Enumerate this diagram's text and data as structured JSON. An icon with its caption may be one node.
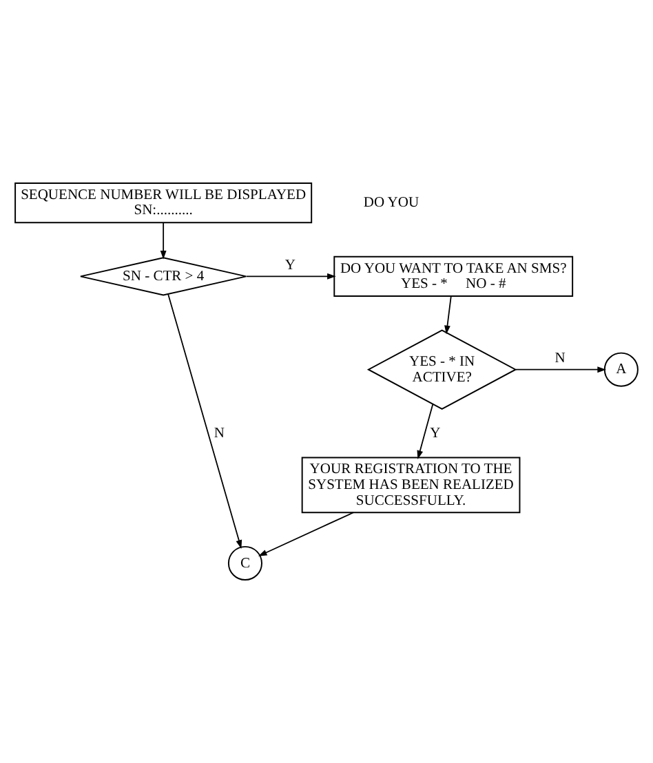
{
  "diagram": {
    "nodes": [
      {
        "text": [
          "SEQUENCE NUMBER WILL BE DISPLAYED SN:.........."
        ]
      },
      {
        "text": [
          "SN - CTR > 4"
        ]
      },
      {
        "text": [
          "DO YOU WANT TO TAKE AN SMS? YES - *     NO - #"
        ]
      },
      {
        "text": [
          "YES - * IN ACTIVE?"
        ]
      },
      {
        "text": [
          "A"
        ]
      },
      {
        "text": [
          "YOUR REGISTRATION TO THE SYSTEM HAS BEEN REALIZED SUCCESSFULLY."
        ]
      },
      {
        "text": [
          "C"
        ]
      }
    ],
    "edges": [
      {
        "from": 0,
        "to": 1,
        "arrow": "to"
      },
      {
        "from": 1,
        "to": 2,
        "arrow": "to",
        "label": "Y"
      },
      {
        "from": 1,
        "to": 6,
        "arrow": "to",
        "label": "N"
      },
      {
        "from": 2,
        "to": 3,
        "arrow": "to"
      },
      {
        "from": 3,
        "to": 4,
        "arrow": "to",
        "label": "N"
      },
      {
        "from": 3,
        "to": 5,
        "arrow": "to",
        "label": "Y"
      },
      {
        "from": 5,
        "to": 6,
        "arrow": "to"
      }
    ],
    "labels": [
      "DO YOU"
    ]
  }
}
